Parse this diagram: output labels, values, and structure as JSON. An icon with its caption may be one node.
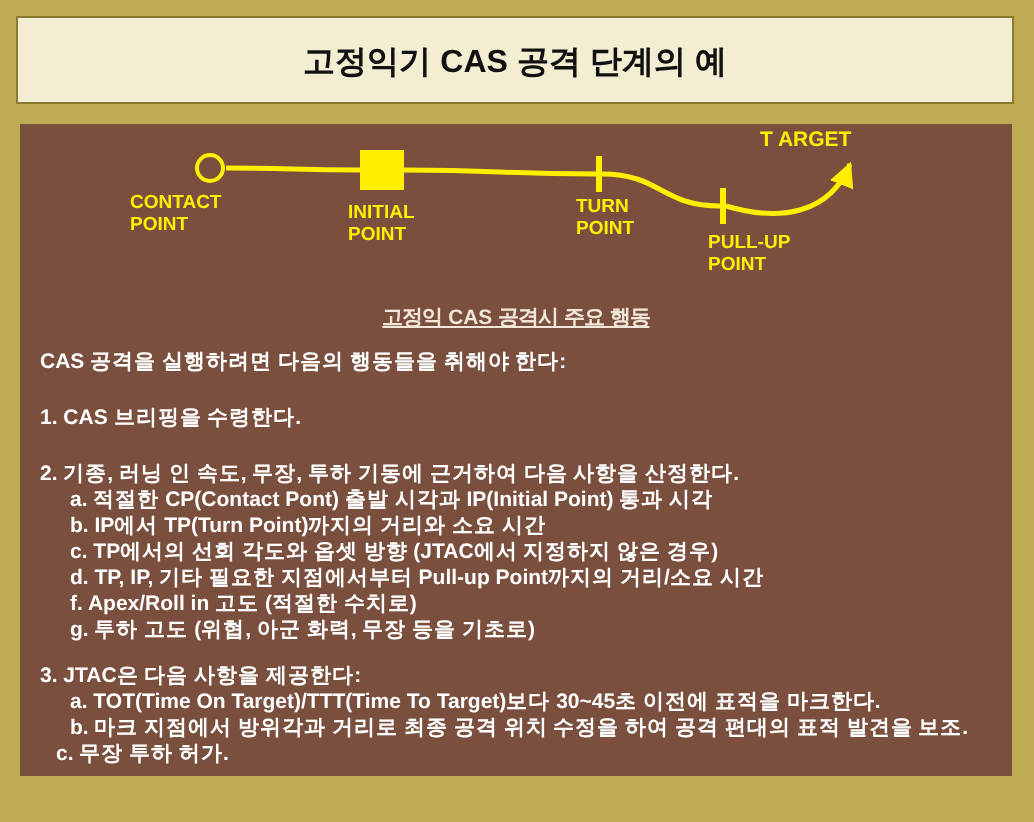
{
  "diagram": {
    "title": "고정익기 CAS 공격 단계의 예",
    "nodes": [
      {
        "text": [],
        "shape": "circle",
        "beside": [
          "CONTACT POINT"
        ]
      },
      {
        "text": [],
        "shape": "box",
        "beside": [
          "INITIAL POINT"
        ]
      },
      {
        "text": [],
        "shape": "bar",
        "beside": [
          "TURN POINT"
        ]
      },
      {
        "text": [],
        "shape": "bar",
        "beside": [
          "PULL-UP POINT"
        ]
      },
      {
        "text": [
          "T ARGET"
        ]
      }
    ],
    "edges": [
      {
        "from": 0,
        "to": 1,
        "arrow": "none"
      },
      {
        "from": 1,
        "to": 2,
        "arrow": "none"
      },
      {
        "from": 2,
        "to": 3,
        "arrow": "none"
      },
      {
        "from": 3,
        "to": 4,
        "arrow": "to"
      }
    ],
    "labels": [
      "고정익 CAS 공격시 주요 행동",
      "CAS 공격을 실행하려면 다음의 행동들을 취해야 한다:",
      "1. CAS 브리핑을 수령한다.",
      "2. 기종, 러닝 인 속도, 무장, 투하 기동에 근거하여 다음 사항을 산정한다.",
      "a. 적절한 CP(Contact Pont) 출발 시각과 IP(Initial Point) 통과 시각",
      "b. IP에서 TP(Turn Point)까지의 거리와 소요 시간",
      "c. TP에서의 선회 각도와 옵셋 방향 (JTAC에서 지정하지 않은 경우)",
      "d. TP, IP, 기타 필요한 지점에서부터 Pull-up Point까지의 거리/소요 시간",
      "f. Apex/Roll in 고도 (적절한 수치로)",
      "g. 투하 고도 (위협, 아군 화력, 무장 등을 기초로)",
      "3. JTAC은 다음 사항을 제공한다:",
      "a. TOT(Time On Target)/TTT(Time To Target)보다 30~45초 이전에 표적을 마크한다.",
      "b. 마크 지점에서 방위각과 거리로 최종 공격 위치 수정을 하여 공격 편대의 표적 발견을 보조.",
      "c. 무장 투하 허가."
    ]
  }
}
